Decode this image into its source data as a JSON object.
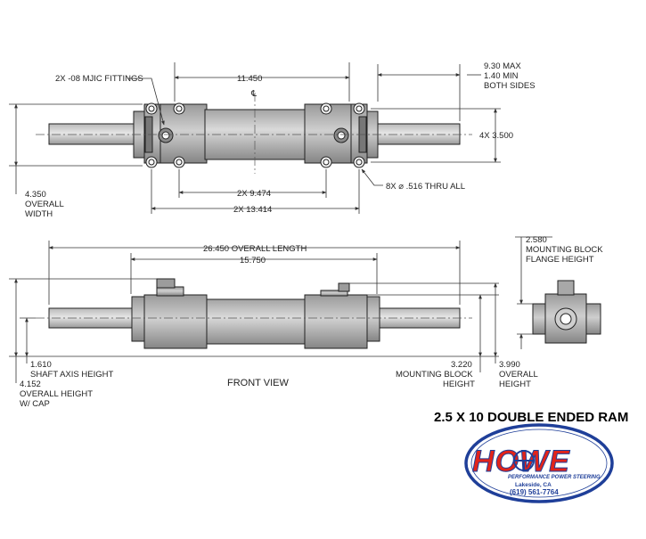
{
  "top_view": {
    "fittings_label": "2X -08 MJIC FITTINGS",
    "center_span": "11.450",
    "centerline_symbol": "℄",
    "stroke_1": "9.30 MAX",
    "stroke_2": "1.40 MIN",
    "stroke_3": "BOTH SIDES",
    "bolt_spacing": "4X 3.500",
    "overall_width_1": "4.350",
    "overall_width_2": "OVERALL",
    "overall_width_3": "WIDTH",
    "inner_span": "2X 9.474",
    "outer_span": "2X 13.414",
    "holes": "8X ⌀ .516 THRU ALL"
  },
  "front_view": {
    "overall_length": "26.450 OVERALL LENGTH",
    "port_span": "15.750",
    "shaft_axis_1": "1.610",
    "shaft_axis_2": "SHAFT AXIS HEIGHT",
    "overall_height_cap_1": "4.152",
    "overall_height_cap_2": "OVERALL HEIGHT",
    "overall_height_cap_3": "W/ CAP",
    "view_title": "FRONT VIEW",
    "mount_block_1": "3.220",
    "mount_block_2": "MOUNTING BLOCK",
    "mount_block_3": "HEIGHT",
    "overall_height_1": "3.990",
    "overall_height_2": "OVERALL",
    "overall_height_3": "HEIGHT"
  },
  "side_view": {
    "flange_1": "2.580",
    "flange_2": "MOUNTING BLOCK",
    "flange_3": "FLANGE HEIGHT"
  },
  "product_title": "2.5 X 10 DOUBLE ENDED RAM",
  "logo": {
    "brand": "HOWE",
    "tagline": "PERFORMANCE POWER STEERING",
    "city": "Lakeside, CA",
    "phone": "(619) 561-7764",
    "colors": {
      "red": "#e2231a",
      "blue": "#1f3f99"
    }
  }
}
